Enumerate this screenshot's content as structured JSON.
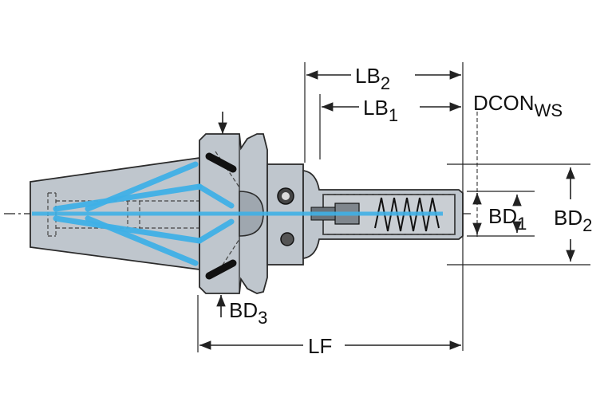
{
  "labels": {
    "lb2": {
      "base": "LB",
      "sub": "2"
    },
    "lb1": {
      "base": "LB",
      "sub": "1"
    },
    "dconws": {
      "base": "DCON",
      "sub": "WS"
    },
    "bd1": {
      "base": "BD",
      "sub": "1"
    },
    "bd2": {
      "base": "BD",
      "sub": "2"
    },
    "bd3": {
      "base": "BD",
      "sub": "3"
    },
    "lf": {
      "base": "LF"
    }
  },
  "colors": {
    "body": "#bfc6cd",
    "coolant": "#3fb0e6",
    "lines": "#222222"
  }
}
